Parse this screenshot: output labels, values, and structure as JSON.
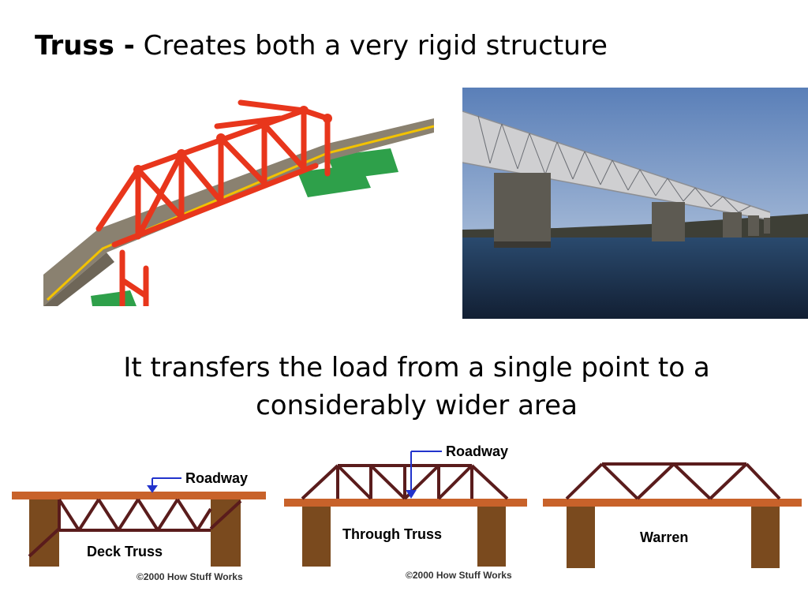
{
  "title": {
    "bold": "Truss -",
    "rest": "Creates both a very rigid structure"
  },
  "body_text": {
    "line1": "It transfers the load from a single point to a",
    "line2": "considerably wider area"
  },
  "diagrams": {
    "deck": {
      "label": "Deck Truss",
      "roadway": "Roadway",
      "copyright": "©2000 How Stuff Works"
    },
    "through": {
      "label": "Through Truss",
      "roadway": "Roadway",
      "copyright": "©2000 How Stuff Works"
    },
    "warren": {
      "label": "Warren"
    }
  },
  "colors": {
    "truss_red": "#e8361c",
    "road_gray": "#8a8170",
    "sky_blue": "#5a7fb8",
    "water": "#1e3552",
    "deck_orange": "#c8622a",
    "pier_brown": "#7a4a1e",
    "truss_dark": "#5a1c1c",
    "pointer_blue": "#2233cc"
  }
}
